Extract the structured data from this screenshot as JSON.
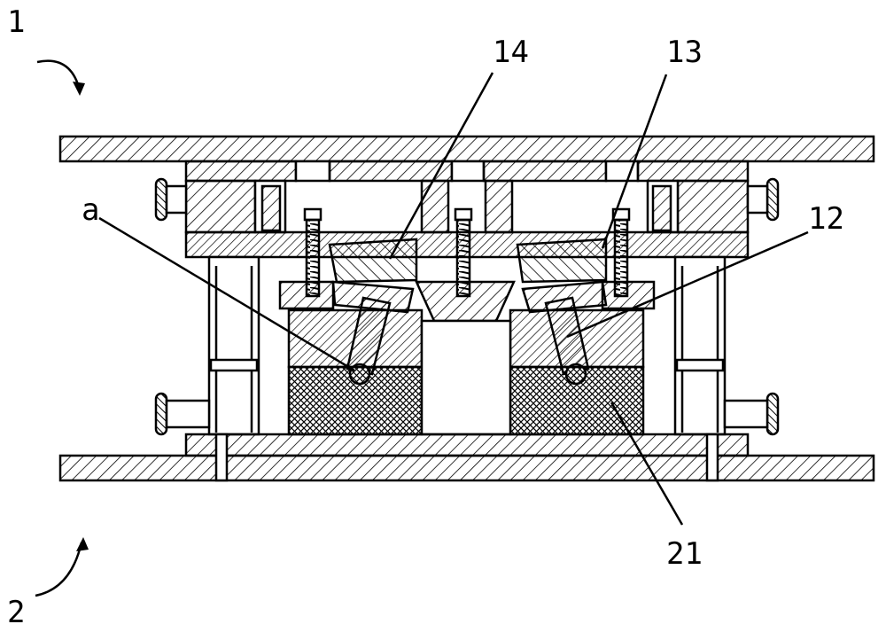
{
  "labels": {
    "part_1": "1",
    "part_2": "2",
    "part_14": "14",
    "part_13": "13",
    "part_12": "12",
    "part_a": "a",
    "part_21": "21"
  },
  "colors": {
    "ink": "#000000",
    "background": "#ffffff"
  }
}
